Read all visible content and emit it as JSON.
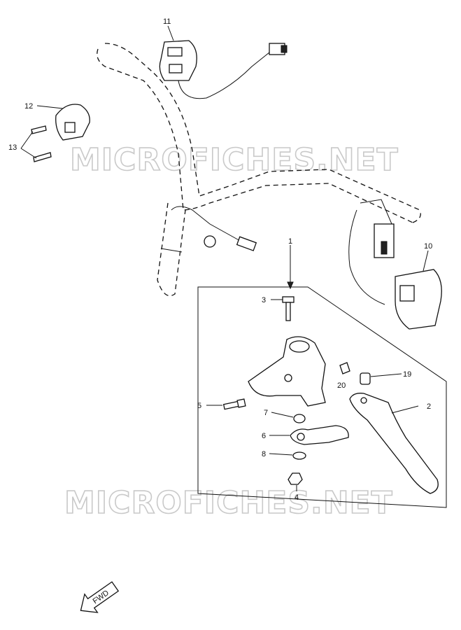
{
  "callouts": [
    {
      "id": "callout-11",
      "text": "11"
    },
    {
      "id": "callout-12",
      "text": "12"
    },
    {
      "id": "callout-13",
      "text": "13"
    },
    {
      "id": "callout-10",
      "text": "10"
    },
    {
      "id": "callout-1",
      "text": "1"
    },
    {
      "id": "callout-3",
      "text": "3"
    },
    {
      "id": "callout-20",
      "text": "20"
    },
    {
      "id": "callout-19",
      "text": "19"
    },
    {
      "id": "callout-2",
      "text": "2"
    },
    {
      "id": "callout-5",
      "text": "5"
    },
    {
      "id": "callout-7",
      "text": "7"
    },
    {
      "id": "callout-6",
      "text": "6"
    },
    {
      "id": "callout-8",
      "text": "8"
    },
    {
      "id": "callout-4",
      "text": "4"
    }
  ],
  "watermark": "MICROFICHES.NET",
  "fwd_label": "FWD"
}
